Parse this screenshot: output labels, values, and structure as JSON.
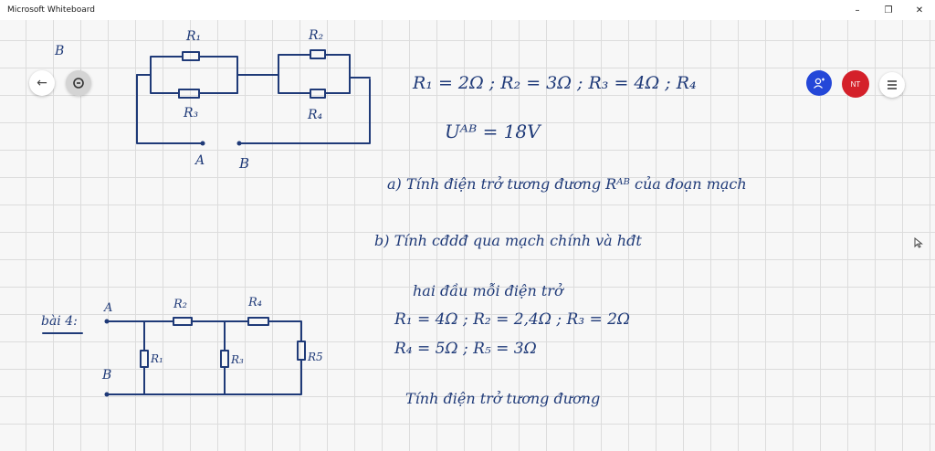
{
  "window": {
    "title": "Microsoft Whiteboard",
    "minimize": "–",
    "restore": "❐",
    "close": "✕"
  },
  "toolbar": {
    "back_icon": "←",
    "avatar_initials": "NT"
  },
  "board": {
    "problem_1": {
      "label": "B",
      "circuit": {
        "r_top_left": "R₁",
        "r_bottom_left": "R₃",
        "r_top_right": "R₂",
        "r_bottom_right": "R₄",
        "node_a": "A",
        "node_b": "B"
      },
      "values_line": "R₁ = 2Ω ; R₂ = 3Ω ; R₃ = 4Ω ; R₄",
      "voltage": "Uᴬᴮ = 18V",
      "question_a": "a) Tính điện trở tương đương Rᴬᴮ của đoạn mạch",
      "question_b": "b) Tính cđdđ qua mạch chính và hđt",
      "question_b2": "hai đầu mỗi điện trở"
    },
    "problem_4": {
      "label": "bài 4:",
      "circuit": {
        "node_a": "A",
        "node_b": "B",
        "r_top_1": "R₂",
        "r_top_2": "R₄",
        "r_v1": "R₁",
        "r_v2": "R₃",
        "r_v3": "R5"
      },
      "values_line_1": "R₁ = 4Ω ; R₂ = 2,4Ω ; R₃ = 2Ω",
      "values_line_2": "R₄ = 5Ω ; R₅ = 3Ω",
      "task": "Tính điện trở tương đương"
    }
  }
}
